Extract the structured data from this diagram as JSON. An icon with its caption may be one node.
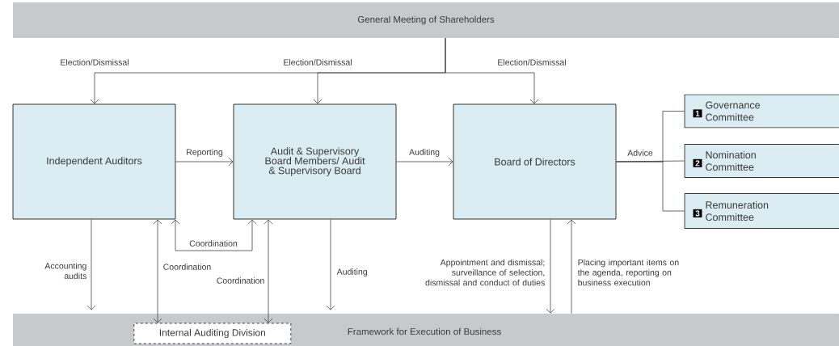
{
  "diagram": {
    "nodes": [
      {
        "text": [
          "General Meeting of Shareholders"
        ]
      },
      {
        "text": [
          "Independent Auditors"
        ]
      },
      {
        "text": [
          "Audit & Supervisory Board Members/ Audit & Supervisory Board"
        ]
      },
      {
        "text": [
          "Board of Directors"
        ]
      },
      {
        "text": [
          "1",
          "Governance Committee"
        ]
      },
      {
        "text": [
          "2",
          "Nomination Committee"
        ]
      },
      {
        "text": [
          "3",
          "Remuneration Committee"
        ]
      },
      {
        "text": [
          "Framework for Execution of Business"
        ]
      },
      {
        "text": [
          "Internal Auditing Division"
        ],
        "in": 7
      }
    ],
    "edges": [
      {
        "from": 0,
        "to": 1,
        "arrow": "to",
        "label": "Election/Dismissal"
      },
      {
        "from": 0,
        "to": 2,
        "arrow": "to",
        "label": "Election/Dismissal"
      },
      {
        "from": 0,
        "to": 3,
        "arrow": "to",
        "label": "Election/Dismissal"
      },
      {
        "from": 1,
        "to": 2,
        "arrow": "to",
        "label": "Reporting"
      },
      {
        "from": 2,
        "to": 3,
        "arrow": "to",
        "label": "Auditing"
      },
      {
        "from": 3,
        "to": 4,
        "arrow": "none"
      },
      {
        "from": 3,
        "to": 5,
        "arrow": "none",
        "label": "Advice"
      },
      {
        "from": 3,
        "to": 6,
        "arrow": "none"
      },
      {
        "from": 1,
        "to": 7,
        "arrow": "to",
        "label": "Accounting audits"
      },
      {
        "from": 1,
        "to": 8,
        "arrow": "both",
        "label": "Coordination"
      },
      {
        "from": 1,
        "to": 2,
        "arrow": "both",
        "label": "Coordination"
      },
      {
        "from": 2,
        "to": 8,
        "arrow": "both",
        "label": "Coordination"
      },
      {
        "from": 2,
        "to": 7,
        "arrow": "to",
        "label": "Auditing"
      },
      {
        "from": 3,
        "to": 7,
        "arrow": "to",
        "label": "Appointment and dismissal; surveillance of selection, dismissal and conduct of duties"
      },
      {
        "from": 7,
        "to": 3,
        "arrow": "to",
        "label": "Placing important items on the agenda, reporting on business execution"
      }
    ]
  }
}
